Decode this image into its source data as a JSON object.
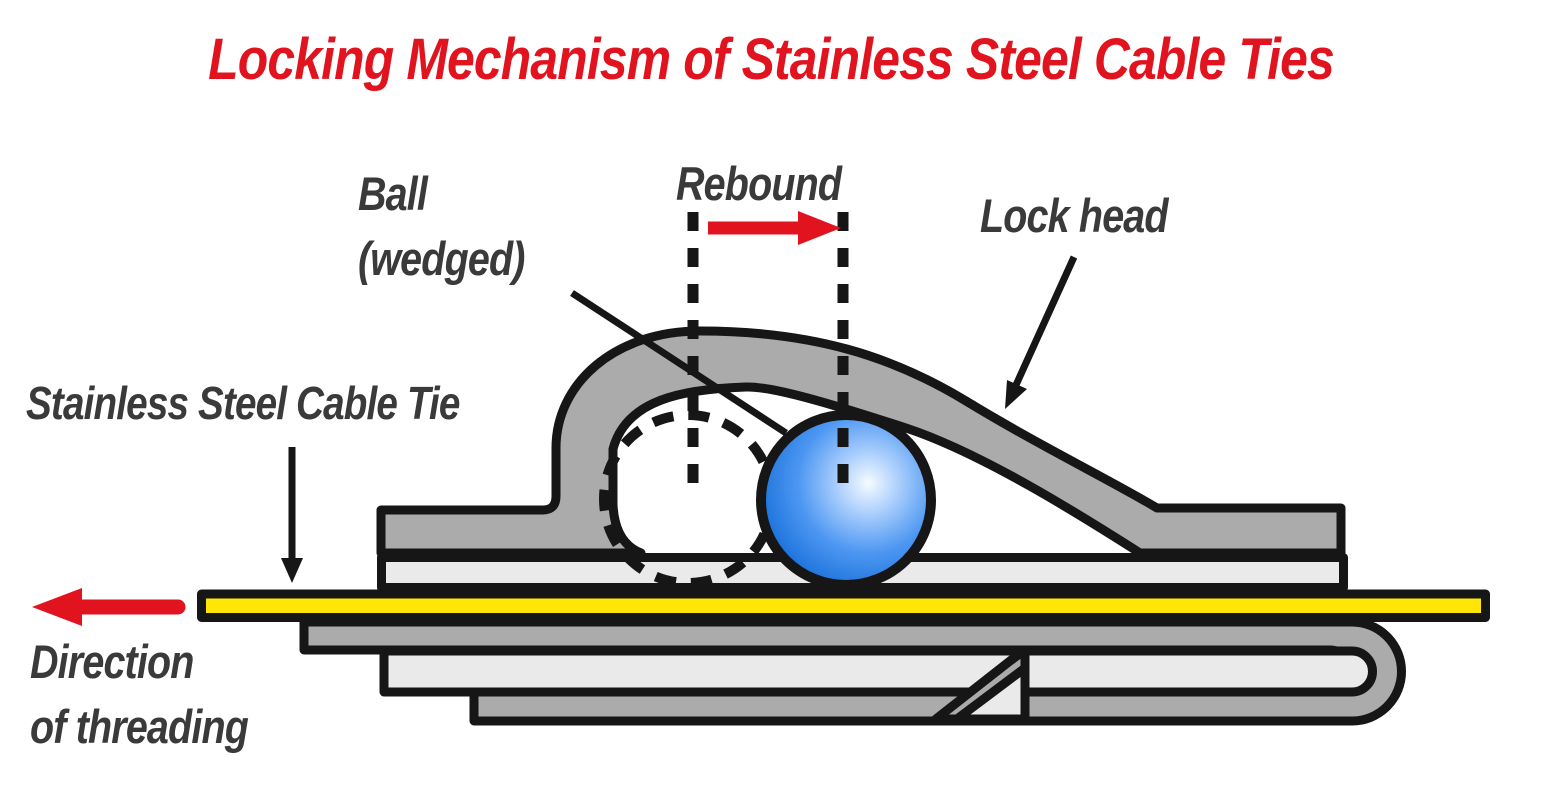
{
  "title": {
    "text": "Locking Mechanism of Stainless Steel Cable Ties"
  },
  "labels": {
    "ball": {
      "line1": "Ball",
      "line2": "(wedged)"
    },
    "rebound": "Rebound",
    "lock_head": "Lock head",
    "cable_tie": "Stainless Steel Cable Tie",
    "direction": {
      "line1": "Direction",
      "line2": "of threading"
    }
  },
  "colors": {
    "accent_red": "#e0131f",
    "label_gray": "#3a3a3a",
    "outline_black": "#161616",
    "steel_gray": "#ababab",
    "steel_light": "#eaeaea",
    "tie_yellow": "#ffe605",
    "ball_blue": "#1365cb"
  },
  "diagram": {
    "parts": [
      "lock-head-band",
      "wedged-ball",
      "ball-previous-position-dashed",
      "threaded-tie-strap",
      "folded-band-loop",
      "barb-tab",
      "rebound-arrow",
      "threading-direction-arrow"
    ]
  }
}
